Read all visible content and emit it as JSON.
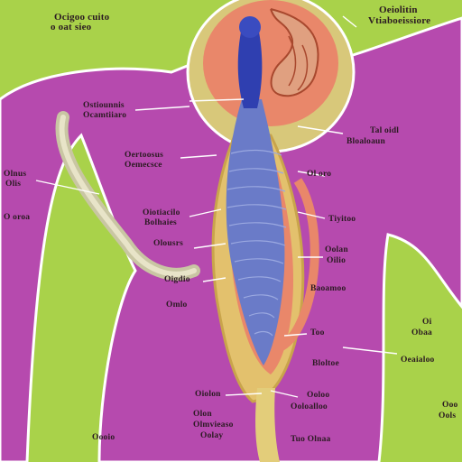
{
  "labels": {
    "tl_a": "Ocigoo cuito",
    "tl_b": "o oat sieo",
    "tr_a": "Oeiolitin",
    "tr_b": "Vtiaboeissiore",
    "l1_a": "Ostiounnis",
    "l1_b": "Ocamtiiaro",
    "l2_a": "Oertoosus",
    "l2_b": "Oemecsce",
    "l3_a": "Oiotiacilo",
    "l3_b": "Bolhaies",
    "l4": "Olousrs",
    "l5": "Oigdio",
    "l6": "Omlo",
    "ll_a": "Olnus",
    "ll_b": "Olis",
    "ll2": "O oroa",
    "r1_a": "Tal oidl",
    "r1_b": "Bloaloaun",
    "r2": "Ol oro",
    "r3": "Tiyitoo",
    "r4_a": "Oolan",
    "r4_b": "Oilio",
    "r5": "Baoamoo",
    "r6": "Too",
    "r7": "Bloltoe",
    "rr1_a": "Oi",
    "rr1_b": "Obaa",
    "rr2": "Oeaialoo",
    "rr3_a": "Ooo",
    "rr3_b": "Ools",
    "b1": "Oiolon",
    "b2_a": "Olon",
    "b2_b": "Olmvieaso",
    "b2_c": "Oolay",
    "b3_a": "Ooloo",
    "b3_b": "Ooloalloo",
    "b4": "Tuo Olnaa",
    "bl": "Oooio"
  },
  "colors": {
    "background": "#a9d24a",
    "body": "#b64aae",
    "organ_outer": "#d8c87a",
    "organ_inner": "#e9876a",
    "tract": "#6a7bc8",
    "label_text": "#2b1a22"
  }
}
